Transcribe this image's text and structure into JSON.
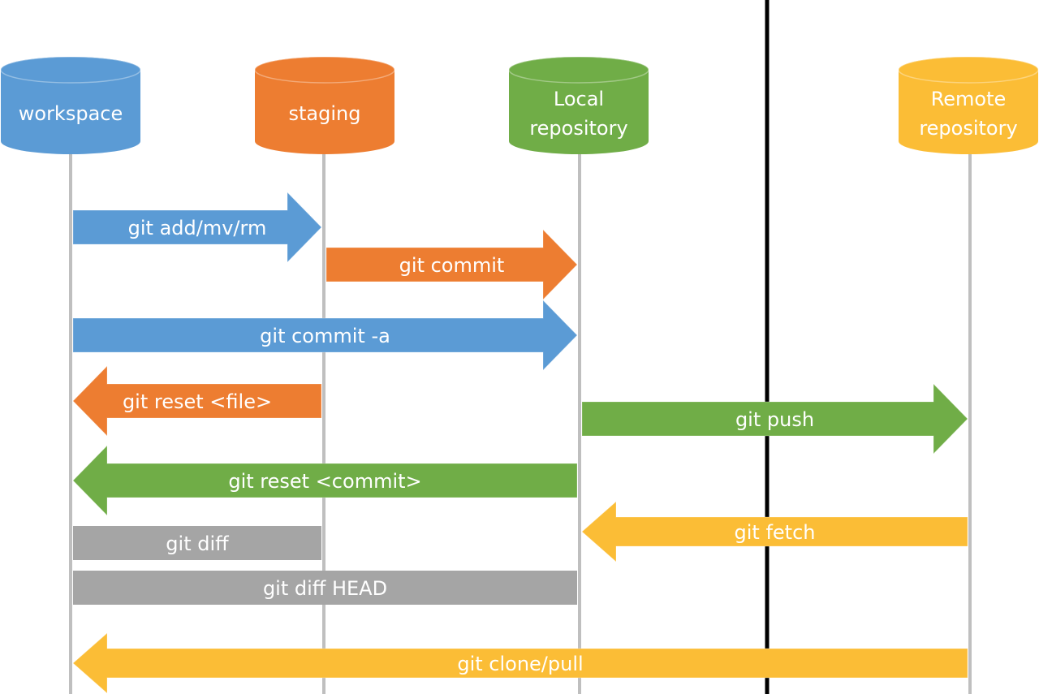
{
  "colors": {
    "blue": "#5b9bd5",
    "orange": "#ed7d31",
    "green": "#70ad47",
    "yellow": "#fbbd36",
    "gray": "#a5a5a5",
    "lifeline": "#bfbfbf",
    "separator": "#000000",
    "text": "#ffffff"
  },
  "nodes": [
    {
      "id": "workspace",
      "label_lines": [
        "workspace"
      ],
      "color": "blue"
    },
    {
      "id": "staging",
      "label_lines": [
        "staging"
      ],
      "color": "orange"
    },
    {
      "id": "local",
      "label_lines": [
        "Local",
        "repository"
      ],
      "color": "green"
    },
    {
      "id": "remote",
      "label_lines": [
        "Remote",
        "repository"
      ],
      "color": "yellow"
    }
  ],
  "edges": [
    {
      "id": "git-add",
      "label": "git add/mv/rm",
      "from": "workspace",
      "to": "staging",
      "color": "blue",
      "shape": "arrow"
    },
    {
      "id": "git-commit",
      "label": "git commit",
      "from": "staging",
      "to": "local",
      "color": "orange",
      "shape": "arrow"
    },
    {
      "id": "git-commit-a",
      "label": "git commit -a",
      "from": "workspace",
      "to": "local",
      "color": "blue",
      "shape": "arrow"
    },
    {
      "id": "git-reset-file",
      "label": "git reset <file>",
      "from": "staging",
      "to": "workspace",
      "color": "orange",
      "shape": "arrow"
    },
    {
      "id": "git-push",
      "label": "git push",
      "from": "local",
      "to": "remote",
      "color": "green",
      "shape": "arrow"
    },
    {
      "id": "git-reset-commit",
      "label": "git reset <commit>",
      "from": "local",
      "to": "workspace",
      "color": "green",
      "shape": "arrow"
    },
    {
      "id": "git-fetch",
      "label": "git fetch",
      "from": "remote",
      "to": "local",
      "color": "yellow",
      "shape": "arrow"
    },
    {
      "id": "git-diff",
      "label": "git diff",
      "from": "workspace",
      "to": "staging",
      "color": "gray",
      "shape": "bar"
    },
    {
      "id": "git-diff-head",
      "label": "git diff HEAD",
      "from": "workspace",
      "to": "local",
      "color": "gray",
      "shape": "bar"
    },
    {
      "id": "git-clone-pull",
      "label": "git clone/pull",
      "from": "remote",
      "to": "workspace",
      "color": "yellow",
      "shape": "arrow"
    }
  ]
}
